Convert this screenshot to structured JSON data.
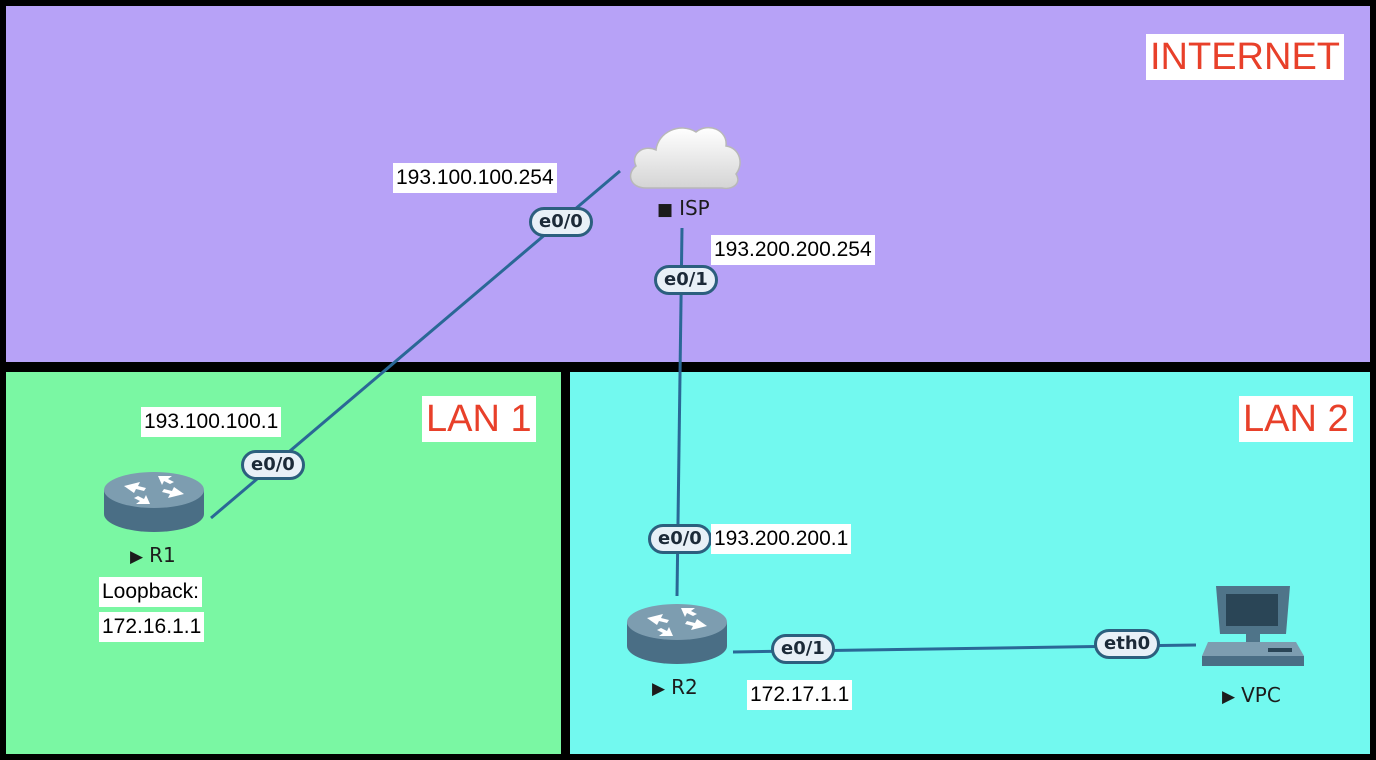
{
  "colors": {
    "background": "#000000",
    "internet_zone": "#b7a2f7",
    "lan1_zone": "#7af7a3",
    "lan2_zone": "#72f9ef",
    "zone_title": "#e8402a",
    "link": "#2a6896",
    "port_border": "#2c5f7e",
    "port_fill": "#e8f0f7"
  },
  "zones": {
    "internet": "INTERNET",
    "lan1": "LAN 1",
    "lan2": "LAN 2"
  },
  "nodes": {
    "isp": {
      "name": "ISP",
      "icon": "cloud-icon",
      "status": "stopped-icon",
      "status_glyph": "■"
    },
    "r1": {
      "name": "R1",
      "icon": "router-icon",
      "status": "start-icon",
      "status_glyph": "▶"
    },
    "r2": {
      "name": "R2",
      "icon": "router-icon",
      "status": "start-icon",
      "status_glyph": "▶"
    },
    "vpc": {
      "name": "VPC",
      "icon": "computer-icon",
      "status": "start-icon",
      "status_glyph": "▶"
    }
  },
  "ports": {
    "isp_e00": "e0/0",
    "isp_e01": "e0/1",
    "r1_e00": "e0/0",
    "r2_e00": "e0/0",
    "r2_e01": "e0/1",
    "vpc_eth0": "eth0"
  },
  "addresses": {
    "isp_e00": "193.100.100.254",
    "isp_e01": "193.200.200.254",
    "r1_e00": "193.100.100.1",
    "r1_loopback_label": "Loopback:",
    "r1_loopback_ip": "172.16.1.1",
    "r2_e00": "193.200.200.1",
    "r2_e01": "172.17.1.1"
  },
  "links": [
    {
      "from": "ISP e0/0",
      "to": "R1 e0/0"
    },
    {
      "from": "ISP e0/1",
      "to": "R2 e0/0"
    },
    {
      "from": "R2 e0/1",
      "to": "VPC eth0"
    }
  ]
}
